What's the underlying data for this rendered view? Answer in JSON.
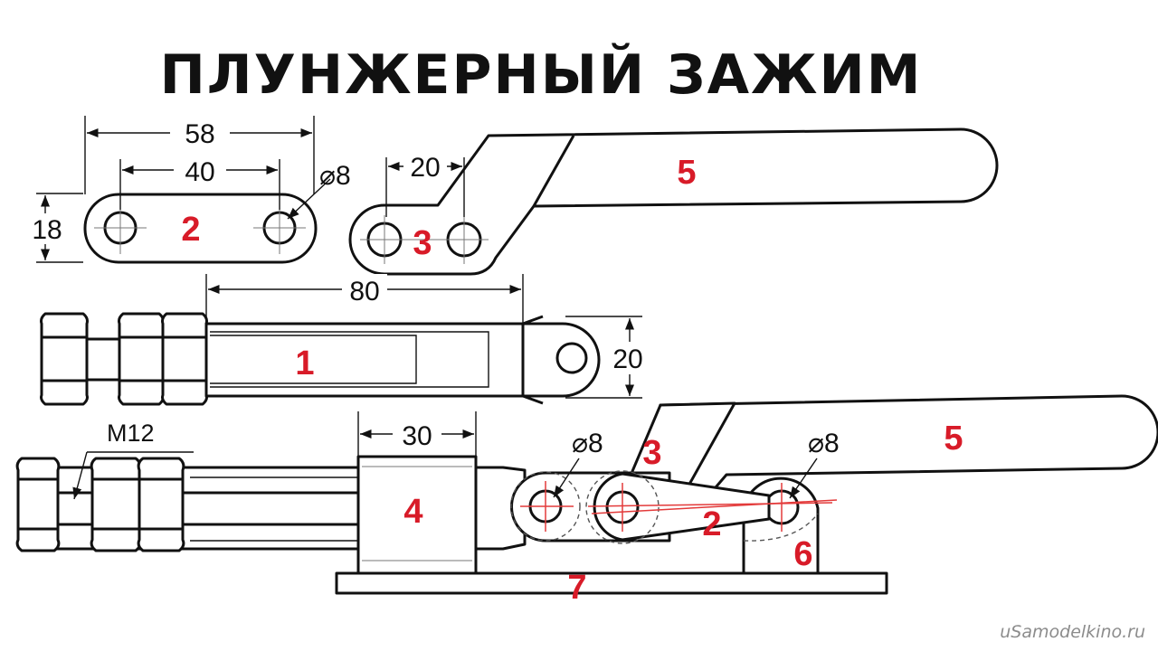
{
  "title": "ПЛУНЖЕРНЫЙ  ЗАЖИМ",
  "dimensions": {
    "link_length": "58",
    "link_hole_spacing": "40",
    "link_width": "18",
    "link_hole_diameter": "⌀8",
    "lever_hole_spacing": "20",
    "plunger_length": "80",
    "plunger_eye_width": "20",
    "thread": "M12",
    "guide_length": "30",
    "pin_diameter_left": "⌀8",
    "pin_diameter_right": "⌀8"
  },
  "parts": {
    "link_top": "2",
    "lever_arm_top": "3",
    "handle_top": "5",
    "plunger": "1",
    "guide_block": "4",
    "lever_arm_assembly": "3",
    "link_assembly": "2",
    "handle_assembly": "5",
    "bracket": "6",
    "base_plate": "7"
  },
  "watermark": "uSamodelkino.ru"
}
